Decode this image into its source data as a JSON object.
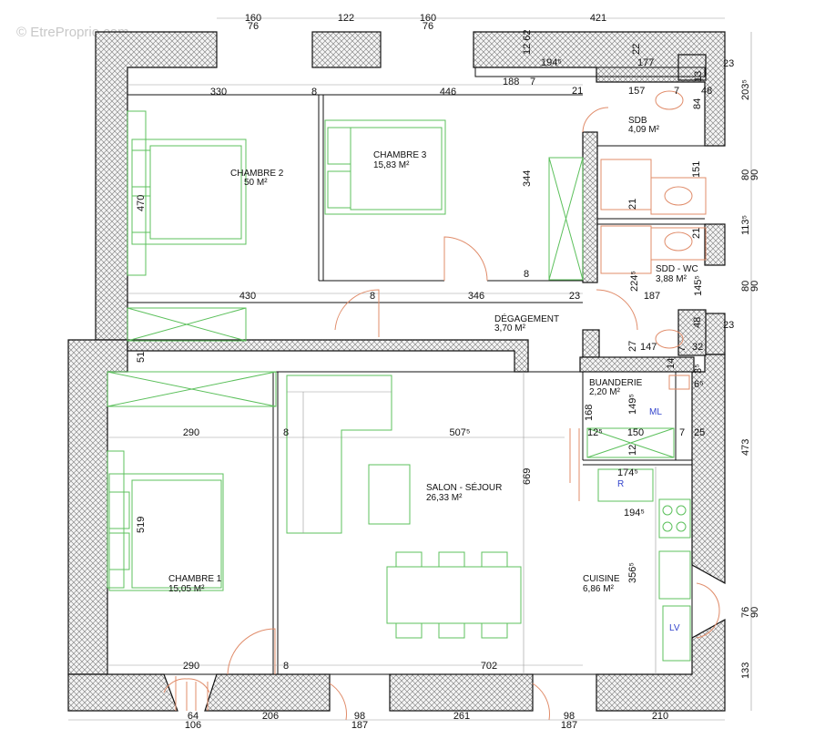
{
  "watermark": "© EtreProprio.com",
  "rooms": [
    {
      "name": "CHAMBRE 2",
      "area": "50 M²"
    },
    {
      "name": "CHAMBRE 3",
      "area": "15,83 M²"
    },
    {
      "name": "SDB",
      "area": "4,09 M²"
    },
    {
      "name": "SDD - WC",
      "area": "3,88 M²"
    },
    {
      "name": "DÉGAGEMENT",
      "area": "3,70 M²"
    },
    {
      "name": "BUANDERIE",
      "area": "2,20 M²"
    },
    {
      "name": "SALON - SÉJOUR",
      "area": "26,33 M²"
    },
    {
      "name": "CHAMBRE 1",
      "area": "15,05 M²"
    },
    {
      "name": "CUISINE",
      "area": "6,86 M²"
    }
  ],
  "appliance_labels": [
    "ML",
    "R",
    "LV"
  ],
  "dimensions": {
    "top": [
      "160",
      "76",
      "122",
      "160",
      "76",
      "421",
      "23"
    ],
    "top_inner": [
      "194⁵",
      "12 62",
      "22",
      "177",
      "188",
      "7",
      "21",
      "157",
      "7",
      "48",
      "13"
    ],
    "row1": [
      "330",
      "8",
      "446",
      "84"
    ],
    "row2": [
      "430",
      "8",
      "346",
      "23",
      "187"
    ],
    "right": [
      "203⁵",
      "80",
      "90",
      "113⁵",
      "80",
      "90",
      "473",
      "76",
      "90",
      "133"
    ],
    "rooms_inner": [
      "470",
      "344",
      "8",
      "21",
      "21",
      "151",
      "224⁵",
      "145⁵",
      "48",
      "23",
      "27",
      "147",
      "7",
      "32"
    ],
    "middle": [
      "51",
      "290",
      "8",
      "507⁵",
      "669",
      "168",
      "149⁵",
      "150",
      "12⁵",
      "7",
      "25",
      "12",
      "174⁵",
      "14",
      "3⁵",
      "6⁵"
    ],
    "lower": [
      "519",
      "194⁵",
      "356⁵",
      "290",
      "8",
      "702"
    ],
    "bottom": [
      "64",
      "106",
      "206",
      "98",
      "187",
      "261",
      "98",
      "187",
      "210"
    ]
  }
}
